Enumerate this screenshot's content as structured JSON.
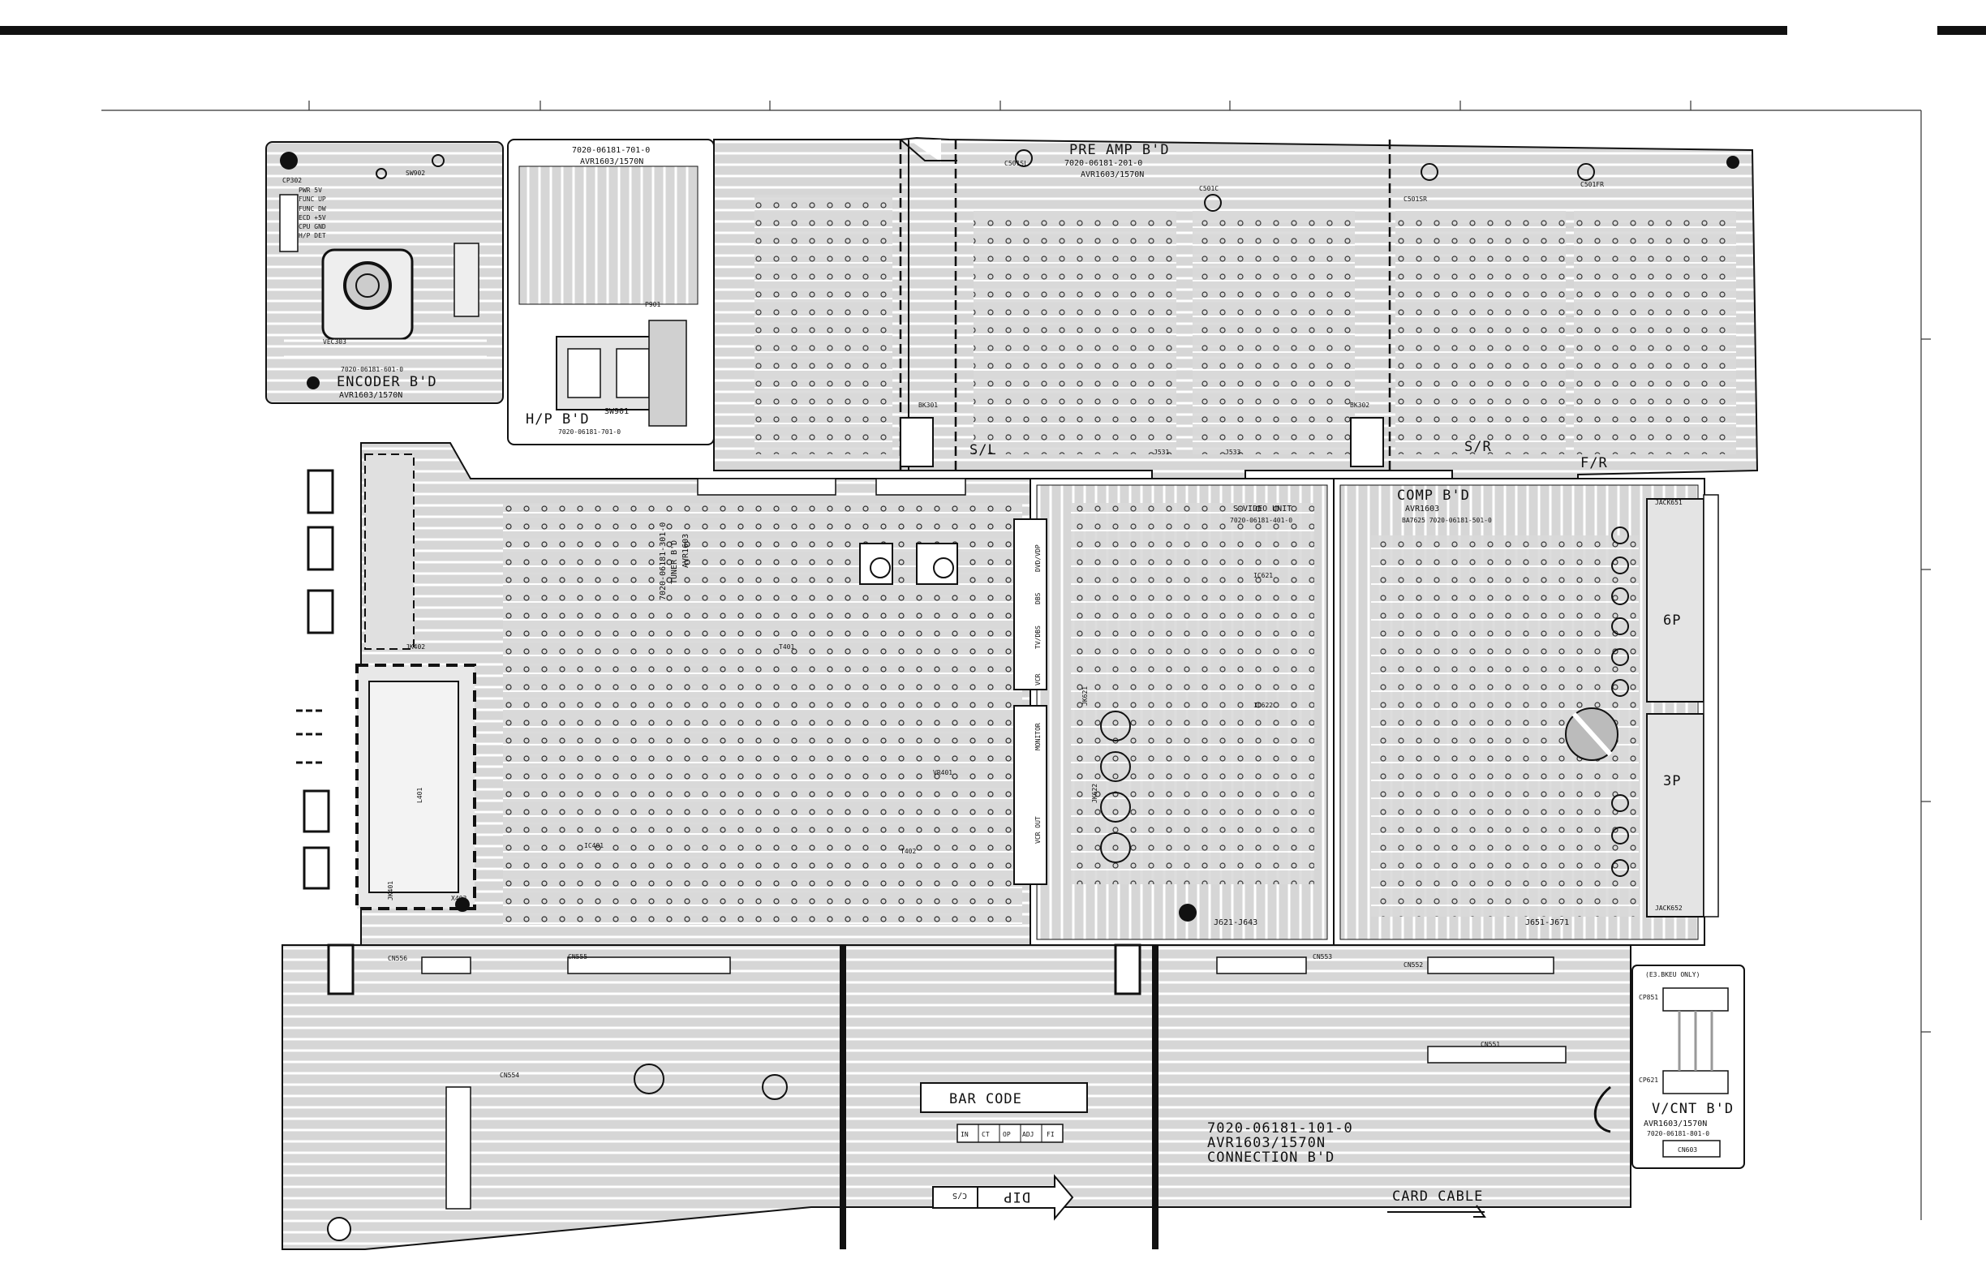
{
  "boards": {
    "encoder": {
      "code": "7020-06181-601-0",
      "name": "ENCODER B'D",
      "model": "AVR1603/1570N",
      "parts": [
        "CP302",
        "PWR 5V",
        "FUNC UP",
        "FUNC DW",
        "ECD +5V",
        "CPU GND",
        "H/P DET",
        "VEC303",
        "SW902"
      ]
    },
    "headphone": {
      "code": "7020-06181-701-0",
      "model": "AVR1603/1570N",
      "name": "H/P B'D",
      "code_bottom": "7020-06181-701-0",
      "parts": [
        "SW901",
        "P901"
      ]
    },
    "preamp": {
      "name": "PRE AMP B'D",
      "code": "7020-06181-201-0",
      "model": "AVR1603/1570N",
      "section_sl": "S/L",
      "section_sr": "S/R",
      "section_fr": "F/R",
      "parts": [
        "C501SL",
        "C501C",
        "C501SR",
        "C501FR",
        "BK301",
        "BK302",
        "J531",
        "J533"
      ]
    },
    "tuner": {
      "code": "7020-06181-301-0",
      "name": "TUNER B'D",
      "model": "AVR1603",
      "parts": [
        "JK401",
        "JK402",
        "L401",
        "T401",
        "T402",
        "IC401",
        "VR401",
        "X402"
      ]
    },
    "svideo": {
      "name": "S-VIDEO UNIT",
      "code": "7020-06181-401-0",
      "parts": [
        "JK621",
        "JK622",
        "IC621",
        "IC622",
        "J621-J643"
      ],
      "labels": [
        "DVD/VDP",
        "DBS",
        "TV/DBS",
        "VCR",
        "MONITOR",
        "VCR OUT"
      ]
    },
    "comp": {
      "name": "COMP B'D",
      "model": "AVR1603",
      "code": "BA7625 7020-06181-501-0",
      "parts": [
        "JACK651",
        "JACK652",
        "6P",
        "3P",
        "J651-J671"
      ]
    },
    "connection": {
      "code": "7020-06181-101-0",
      "model": "AVR1603/1570N",
      "name": "CONNECTION B'D",
      "parts": [
        "CN556",
        "CN555",
        "CN554",
        "CN553",
        "CN552",
        "CN551"
      ]
    },
    "vcnt": {
      "note": "(E3.BKEU ONLY)",
      "name": "V/CNT B'D",
      "model": "AVR1603/1570N",
      "code": "7020-06181-801-0",
      "parts": [
        "CP851",
        "CP621",
        "CN603"
      ]
    }
  },
  "bar_code": {
    "title": "BAR CODE",
    "cells": [
      "IN",
      "CT",
      "OP",
      "ADJ",
      "FI"
    ]
  },
  "dip_label": "DIP",
  "cs_label": "C/S",
  "card_cable": "CARD CABLE",
  "colors": {
    "board": "#d9d9d9",
    "trace": "#ffffff",
    "outline": "#111111",
    "page": "#ffffff"
  }
}
